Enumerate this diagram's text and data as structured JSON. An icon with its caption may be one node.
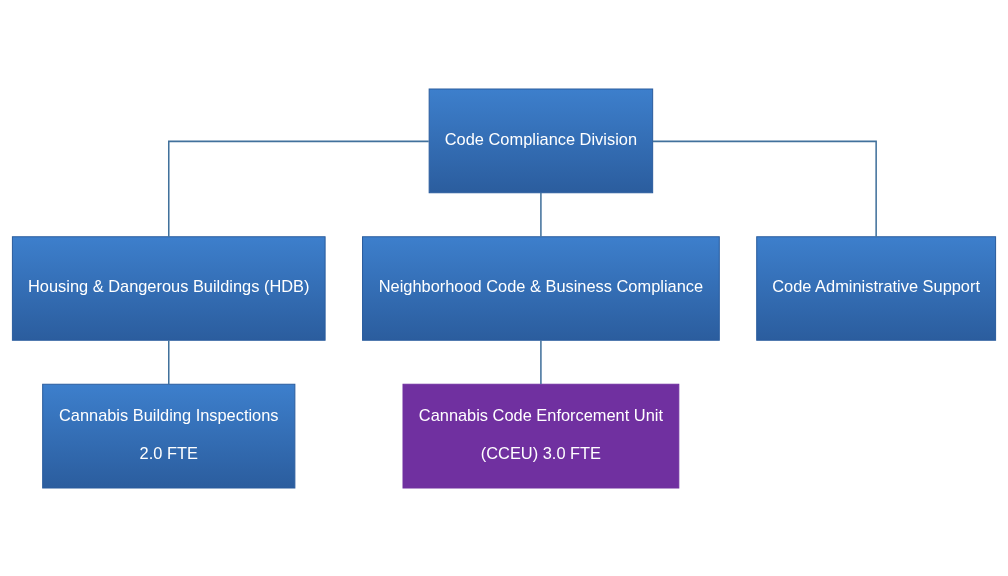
{
  "diagram": {
    "nodes": [
      {
        "text": [
          "Code Compliance Division"
        ]
      },
      {
        "text": [
          "Housing & Dangerous Buildings (HDB)"
        ]
      },
      {
        "text": [
          "Neighborhood Code & Business Compliance"
        ]
      },
      {
        "text": [
          "Code Administrative Support"
        ]
      },
      {
        "text": [
          "Cannabis Building Inspections",
          "2.0 FTE"
        ]
      },
      {
        "text": [
          "Cannabis Code Enforcement Unit",
          "(CCEU) 3.0 FTE"
        ]
      }
    ],
    "edges": [
      {
        "from": 0,
        "to": 1,
        "arrow": "none"
      },
      {
        "from": 0,
        "to": 2,
        "arrow": "none"
      },
      {
        "from": 0,
        "to": 3,
        "arrow": "none"
      },
      {
        "from": 1,
        "to": 4,
        "arrow": "none"
      },
      {
        "from": 2,
        "to": 5,
        "arrow": "none"
      }
    ]
  }
}
